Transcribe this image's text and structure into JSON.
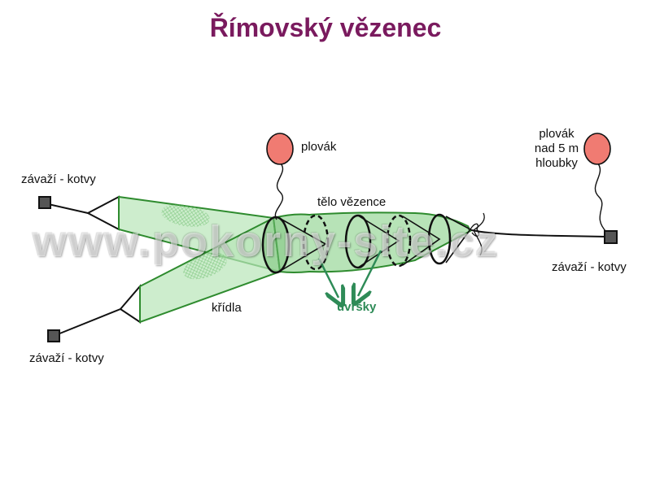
{
  "title": "Římovský vězenec",
  "labels": {
    "float_left": "plovák",
    "float_right": [
      "plovák",
      "nad 5 m",
      "hloubky"
    ],
    "weights_top_left": "závaží - kotvy",
    "weights_bottom_left": "závaží - kotvy",
    "weights_right": "závaží - kotvy",
    "body": "tělo vězence",
    "wings": "křídla",
    "throats": "úvršky"
  },
  "watermark": "www.pokorny-site.cz",
  "colors": {
    "title": "#7a1a5e",
    "net_fill": "#b8e6b8",
    "net_stroke": "#2e8b2e",
    "arrow": "#2e8b57",
    "float": "#f07b72",
    "weight": "#555555",
    "line": "#111111"
  }
}
